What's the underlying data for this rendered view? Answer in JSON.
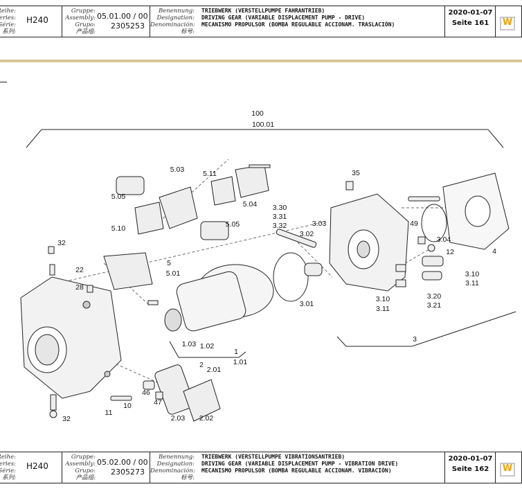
{
  "header_top": {
    "series_labels": [
      "Reihe:",
      "Series:",
      "Série:",
      "系列:"
    ],
    "series_value": "H240",
    "group_labels": [
      "Gruppe:",
      "Assembly:",
      "Grupo:",
      "产品组:"
    ],
    "group_value": "05.01.00 / 00",
    "part_number": "2305253",
    "name_labels": [
      "Benennung:",
      "Designation:",
      "Denominación:",
      "标号:"
    ],
    "names": [
      "TRIEBWERK (VERSTELLPUMPE FAHRANTRIEB)",
      "DRIVING GEAR (VARIABLE DISPLACEMENT PUMP - DRIVE)",
      "MECANISMO PROPULSOR (BOMBA REGULABLE ACCIONAM. TRASLACIÓN)"
    ],
    "date": "2020-01-07",
    "page": "Seite 161",
    "logo": "W"
  },
  "diagram_labels": {
    "l100": "100",
    "l100_01": "100.01",
    "l5_03": "5.03",
    "l5_11": "5.11",
    "l5_05a": "5.05",
    "l5_04": "5.04",
    "l5_10": "5.10",
    "l5_05b": "5.05",
    "l5": "5",
    "l5_01": "5.01",
    "l32a": "32",
    "l22": "22",
    "l28": "28",
    "l3_30": "3.30",
    "l3_31": "3.31",
    "l3_32": "3.32",
    "l3_02": "3.02",
    "l3_03": "3.03",
    "l35": "35",
    "l49": "49",
    "l3_04": "3.04",
    "l12": "12",
    "l4": "4",
    "l3_10a": "3.10",
    "l3_11a": "3.11",
    "l3_20": "3.20",
    "l3_21": "3.21",
    "l3_10b": "3.10",
    "l3_11b": "3.11",
    "l3_01": "3.01",
    "l3": "3",
    "l1_03": "1.03",
    "l1_02": "1.02",
    "l1": "1",
    "l1_01": "1.01",
    "l2": "2",
    "l2_01": "2.01",
    "l46": "46",
    "l47": "47",
    "l10": "10",
    "l11": "11",
    "l2_03": "2.03",
    "l2_02": "2.02",
    "l32b": "32"
  },
  "header_bottom": {
    "series_labels": [
      "Reihe:",
      "Series:",
      "Série:",
      "系列:"
    ],
    "series_value": "H240",
    "group_labels": [
      "Gruppe:",
      "Assembly:",
      "Grupo:",
      "产品组:"
    ],
    "group_value": "05.02.00 / 00",
    "part_number": "2305273",
    "name_labels": [
      "Benennung:",
      "Designation:",
      "Denominación:",
      "标号:"
    ],
    "names": [
      "TRIEBWERK (VERSTELLPUMPE VIBRATIONSANTRIEB)",
      "DRIVING GEAR (VARIABLE DISPLACEMENT PUMP - VIBRATION DRIVE)",
      "MECANISMO PROPULSOR (BOMBA REGULABLE ACCIONAM. VIBRACIÓN)"
    ],
    "date": "2020-01-07",
    "page": "Seite 162",
    "logo": "W"
  },
  "colors": {
    "accent_band": "#d9c59a",
    "logo_w": "#f2a20c"
  }
}
